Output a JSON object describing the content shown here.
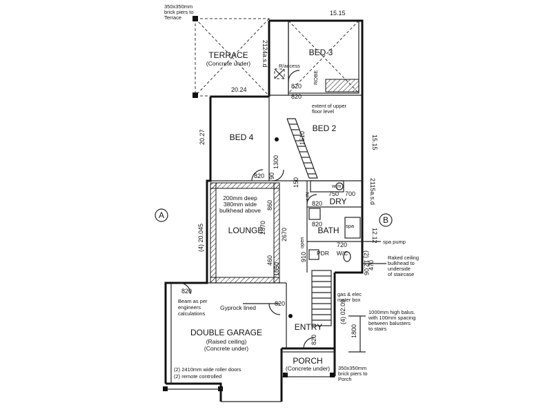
{
  "rooms": {
    "terrace": "TERRACE",
    "terrace_sub": "(Concrete under)",
    "bed3": "BED 3",
    "bed2": "BED 2",
    "bed4": "BED 4",
    "lounge": "LOUNGE",
    "lounge_note1": "200mm deep",
    "lounge_note2": "380mm wide",
    "lounge_note3": "bulkhead above",
    "dry": "DRY",
    "bath": "BATH",
    "wc": "W/C",
    "pdr": "PDR",
    "entry": "ENTRY",
    "garage": "DOUBLE GARAGE",
    "garage_sub1": "(Raised ceiling)",
    "garage_sub2": "(Concrete under)",
    "gyprock": "Gyprock lined",
    "porch": "PORCH",
    "porch_sub": "(Concrete under)"
  },
  "grid_labels": {
    "a": "A",
    "b": "B"
  },
  "dimensions": {
    "top": "15.15",
    "right": "15.15",
    "terrace_bottom": "20.24",
    "left_bed4": "20.27",
    "left_lounge": "(4) 20.045",
    "right_wet": "12.12",
    "right_wet2": "(2) 12.06",
    "right_entry": "(4) 02.09",
    "right_entry2": "1800",
    "terrace_asd": "2124a.s.d",
    "wet_asd": "2115a.s.d",
    "bed2_1510": "1510",
    "bed4_1300": "1300",
    "door_820": "820",
    "dim_2870": "2870",
    "dim_470": "470",
    "dim_720": "720",
    "dim_750": "750",
    "dim_700": "700",
    "dim_910": "910",
    "dim_90": "90",
    "dim_860": "860",
    "dim_460": "460",
    "dim_150": "150",
    "dim_1050": "1050",
    "dim_2670": "2670"
  },
  "notes": {
    "brick_piers_terrace1": "350x350mm",
    "brick_piers_terrace2": "brick piers to",
    "brick_piers_terrace3": "Terrace",
    "raccess": "R/access",
    "extent1": "extent of upper",
    "extent2": "floor level",
    "wm": "w.m",
    "spa": "spa",
    "spa_pump": "spa pump",
    "raked1": "Raked ceiling",
    "raked2": "bulkhead to",
    "raked3": "underside",
    "raked4": "of staircase",
    "gas1": "gas & elec",
    "gas2": "meter box",
    "balus1": "1000mm high balus.",
    "balus2": "with 100mm spacing",
    "balus3": "between balusters",
    "balus4": "to stairs",
    "beam1": "Beam as per",
    "beam2": "engineers",
    "beam3": "calculations",
    "roller1": "(2) 2410mm wide roller doors",
    "roller2": "(2) remote controlled",
    "brick_piers_porch1": "350x350mm",
    "brick_piers_porch2": "brick piers to",
    "brick_piers_porch3": "Porch",
    "robe": "ROBE",
    "linen": "LIN",
    "open": "open"
  }
}
